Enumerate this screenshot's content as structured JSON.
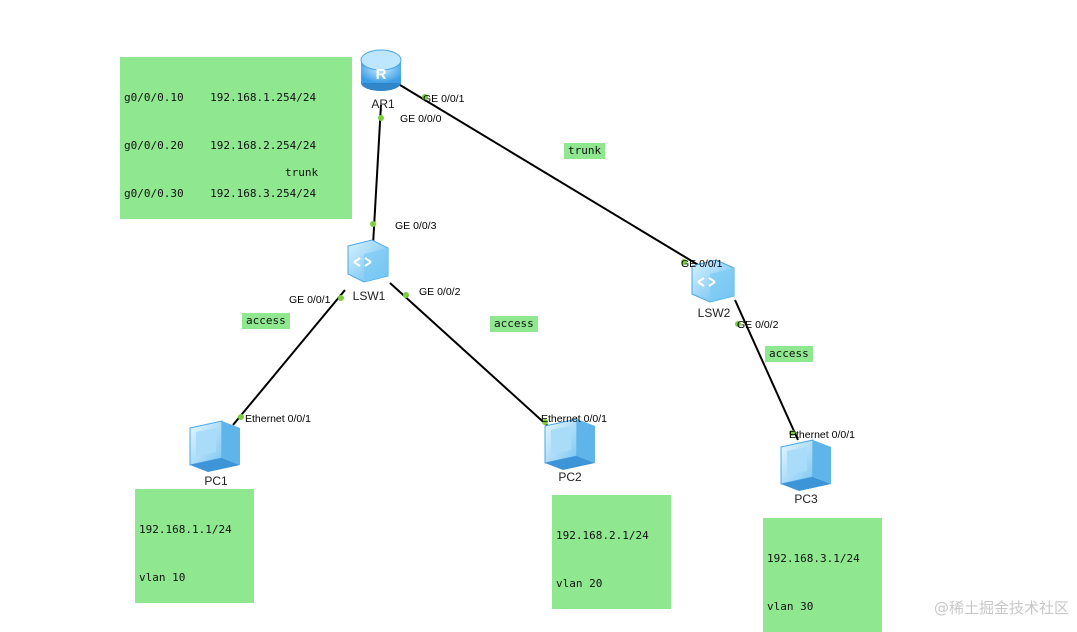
{
  "devices": {
    "ar1": "AR1",
    "lsw1": "LSW1",
    "lsw2": "LSW2",
    "pc1": "PC1",
    "pc2": "PC2",
    "pc3": "PC3",
    "router_glyph": "R"
  },
  "ports": {
    "ar1_g001": "GE 0/0/1",
    "ar1_g000": "GE 0/0/0",
    "lsw1_g003": "GE 0/0/3",
    "lsw1_g001": "GE 0/0/1",
    "lsw1_g002": "GE 0/0/2",
    "lsw2_g001": "GE 0/0/1",
    "lsw2_g002": "GE 0/0/2",
    "pc1_eth": "Ethernet 0/0/1",
    "pc2_eth": "Ethernet 0/0/1",
    "pc3_eth": "Ethernet 0/0/1"
  },
  "link_types": {
    "ar1_lsw1": "trunk",
    "ar1_lsw2": "trunk",
    "lsw1_pc1": "access",
    "lsw1_pc2": "access",
    "lsw2_pc3": "access"
  },
  "notes": {
    "ar1_subifs": [
      {
        "iface": "g0/0/0.10",
        "ip": "192.168.1.254/24"
      },
      {
        "iface": "g0/0/0.20",
        "ip": "192.168.2.254/24"
      },
      {
        "iface": "g0/0/0.30",
        "ip": "192.168.3.254/24"
      }
    ],
    "pc1": {
      "ip": "192.168.1.1/24",
      "vlan": "vlan 10"
    },
    "pc2": {
      "ip": "192.168.2.1/24",
      "vlan": "vlan 20"
    },
    "pc3": {
      "ip": "192.168.3.1/24",
      "vlan": "vlan 30"
    }
  },
  "watermark": "@稀土掘金技术社区",
  "colors": {
    "note_bg": "#8fe88f",
    "port_dot": "#7ccd3c",
    "device_blue": "#4aa8e8"
  }
}
